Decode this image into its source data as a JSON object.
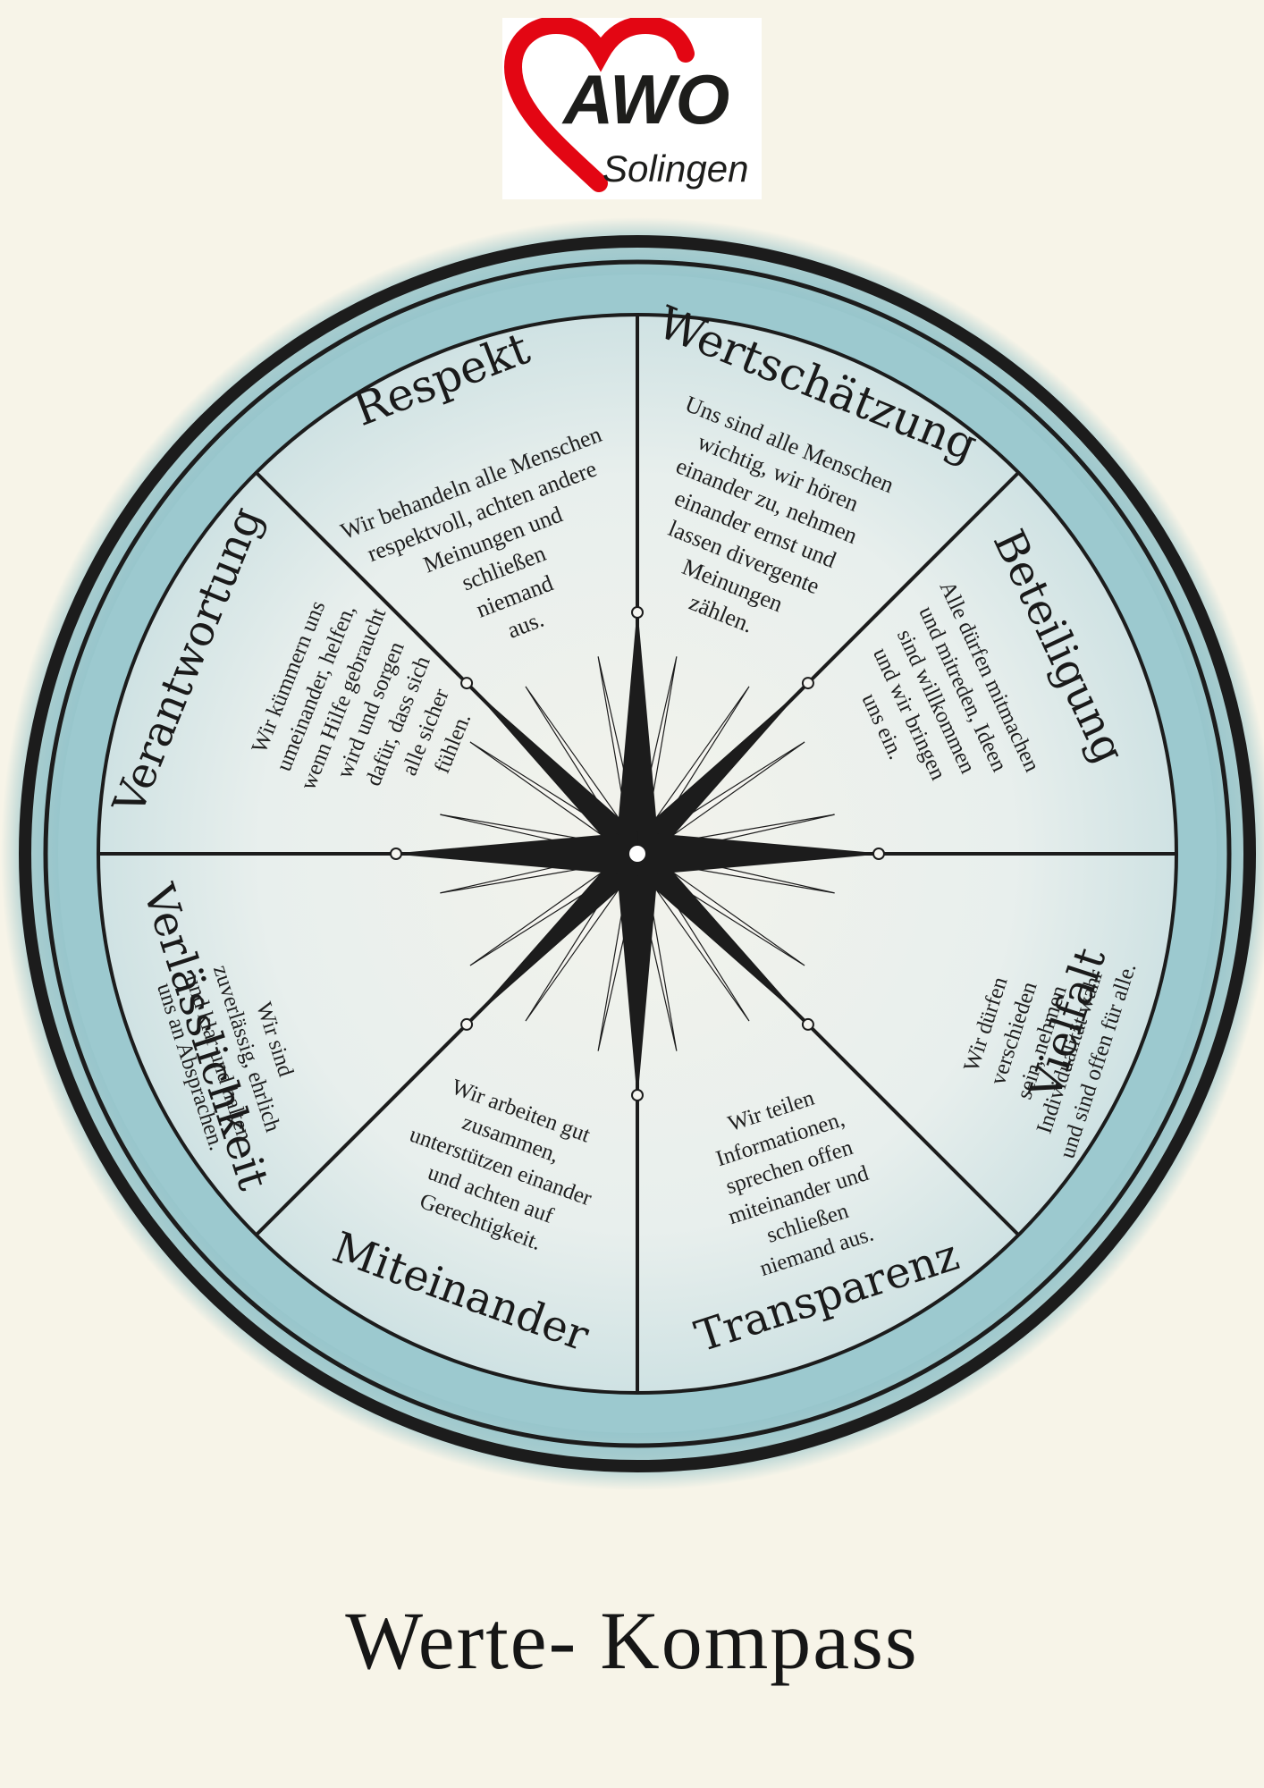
{
  "logo": {
    "brand": "AWO",
    "city": "Solingen",
    "colors": {
      "heart": "#e30613",
      "text": "#1d1d1b"
    }
  },
  "colors": {
    "background": "#f7f4e8",
    "ring": "#1c1c1c",
    "glow": "#6aaebc",
    "disc": "#e9efee"
  },
  "segments": [
    {
      "id": "respekt",
      "title": "Respekt",
      "lines": [
        "Wir behandeln alle Menschen",
        "respektvoll, achten andere",
        "Meinungen und",
        "schließen",
        "niemand",
        "aus."
      ]
    },
    {
      "id": "wertschaetzung",
      "title": "Wertschätzung",
      "lines": [
        "Uns sind alle Menschen",
        "wichtig, wir hören",
        "einander zu, nehmen",
        "einander ernst und",
        "lassen divergente",
        "Meinungen",
        "zählen."
      ]
    },
    {
      "id": "beteiligung",
      "title": "Beteiligung",
      "lines": [
        "Alle dürfen mitmachen",
        "und mitreden, Ideen",
        "sind willkommen",
        "und wir bringen",
        "uns ein."
      ]
    },
    {
      "id": "vielfalt",
      "title": "Vielfalt",
      "lines": [
        "Wir dürfen",
        "verschieden",
        "sein, nehmen",
        "Individualität wahr",
        "und sind offen für alle."
      ]
    },
    {
      "id": "transparenz",
      "title": "Transparenz",
      "lines": [
        "Wir teilen",
        "Informationen,",
        "sprechen offen",
        "miteinander und",
        "schließen",
        "niemand aus."
      ]
    },
    {
      "id": "miteinander",
      "title": "Miteinander",
      "lines": [
        "Wir arbeiten gut",
        "zusammen,",
        "unterstützen einander",
        "und achten auf",
        "Gerechtigkeit."
      ]
    },
    {
      "id": "verlaesslichkeit",
      "title": "Verlässlichkeit",
      "lines": [
        "Wir sind",
        "zuverlässig, ehrlich",
        "und klar und halten",
        "uns an Absprachen."
      ]
    },
    {
      "id": "verantwortung",
      "title": "Verantwortung",
      "lines": [
        "Wir kümmern uns",
        "umeinander, helfen,",
        "wenn Hilfe gebraucht",
        "wird und sorgen",
        "dafür, dass sich",
        "alle sicher",
        "fühlen."
      ]
    }
  ],
  "page_title": "Werte- Kompass"
}
